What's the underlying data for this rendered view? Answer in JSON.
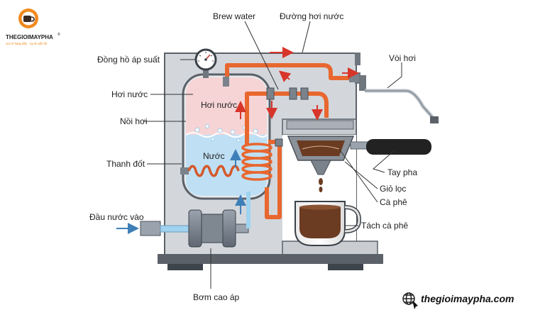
{
  "brand": {
    "name": "THEGIOIMAYPHA",
    "reg_mark": "®",
    "slogan": "Giá rẻ hàng đầu - Uy tín dẫn lối",
    "website": "thegioimaypha.com"
  },
  "labels": {
    "brew_water": "Brew water",
    "steam_path": "Đường hơi nước",
    "pressure_gauge": "Đồng hồ áp suất",
    "steam_wand": "Vòi hơi",
    "steam_left": "Hơi nước",
    "steam_inside": "Hơi nước",
    "boiler": "Nồi hơi",
    "water_inside": "Nước",
    "heating_element": "Thanh đốt",
    "water_inlet": "Đầu nước vào",
    "pump": "Bơm cao áp",
    "portafilter": "Tay pha",
    "filter_basket": "Giỏ lọc",
    "coffee": "Cà phê",
    "cup": "Tách cà phê"
  },
  "colors": {
    "pipe": "#e8672f",
    "steam": "#f6d4d6",
    "water": "#bfe0f4",
    "inlet_water": "#9fd3f0",
    "coffee": "#6b3b22",
    "arrow_red": "#d8352a",
    "arrow_blue": "#3f7fb8",
    "logo_orange": "#f18a1e"
  },
  "icons": {
    "web": "globe-icon",
    "logo": "coffee-cup-icon"
  }
}
